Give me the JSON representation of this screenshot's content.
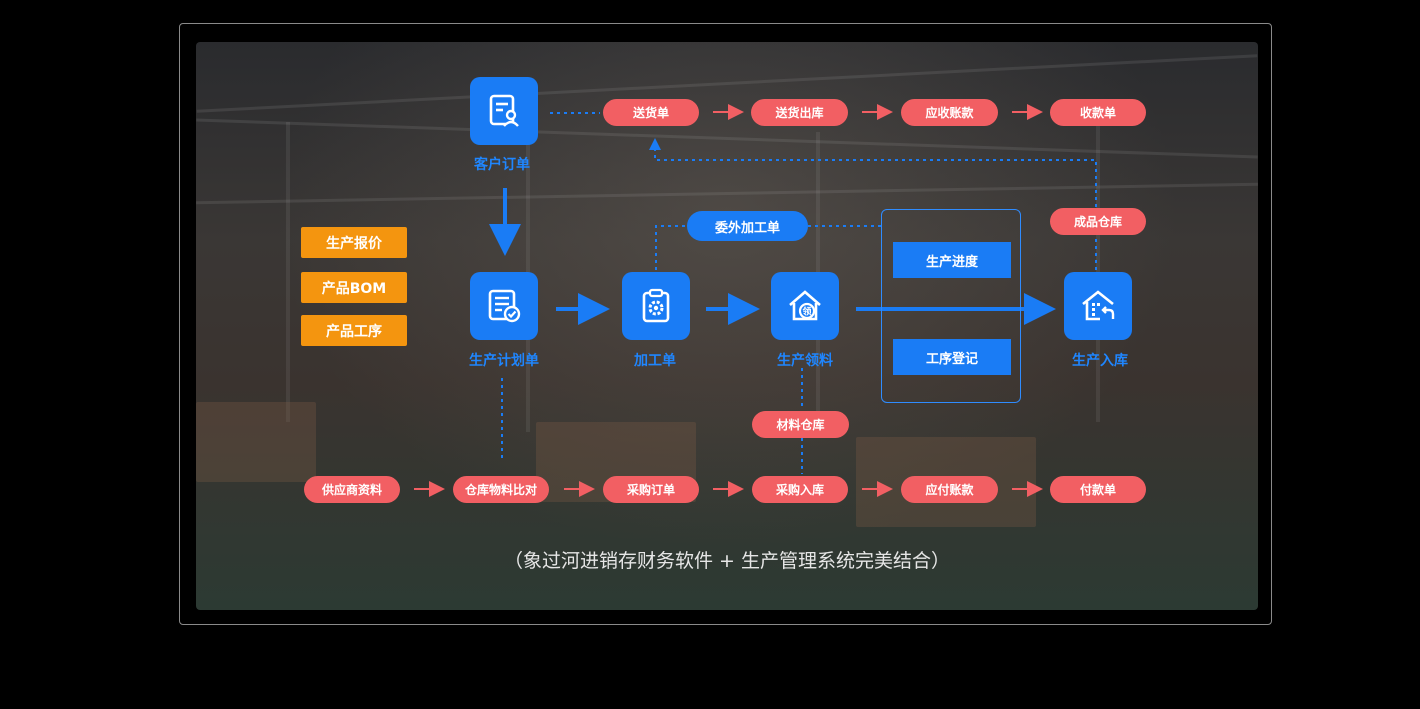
{
  "diagram": {
    "nodes": {
      "customer_order": "客户订单",
      "production_plan": "生产计划单",
      "processing_order": "加工单",
      "material_requisition": "生产领料",
      "production_warehousing": "生产入库"
    },
    "top_flow": [
      "送货单",
      "送货出库",
      "应收账款",
      "收款单"
    ],
    "bottom_flow": [
      "供应商资料",
      "仓库物料比对",
      "采购订单",
      "采购入库",
      "应付账款",
      "付款单"
    ],
    "side_items": [
      "生产报价",
      "产品BOM",
      "产品工序"
    ],
    "outsource_order": "委外加工单",
    "finished_warehouse": "成品仓库",
    "material_warehouse": "材料仓库",
    "stages": [
      "生产进度",
      "工序登记"
    ],
    "caption": "（象过河进销存财务软件 + 生产管理系统完美结合）"
  },
  "colors": {
    "primary": "#1a7cf5",
    "label_blue": "#1f86ff",
    "pill_red": "#f25f63",
    "orange": "#f4950f",
    "background": "#000000"
  }
}
